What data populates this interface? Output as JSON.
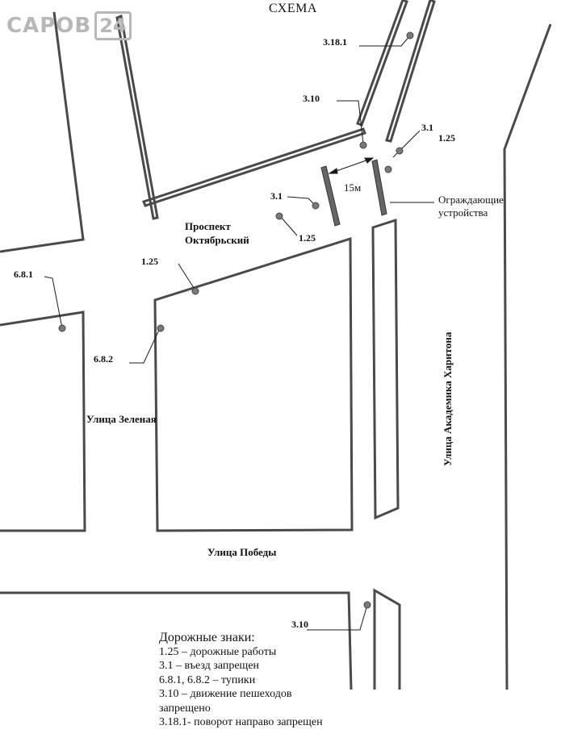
{
  "logo": {
    "word": "САРОВ",
    "number": "24"
  },
  "title": "СХЕМА",
  "streets": {
    "prospekt_line1": "Проспект",
    "prospekt_line2": "Октябрьский",
    "zelenaya": "Улица Зеленая",
    "pobedy": "Улица Победы",
    "kharitona": "Улица Академика Харитона"
  },
  "signs": {
    "s3181": "3.18.1",
    "s310_top": "3.10",
    "s31_right": "3.1",
    "s125_right": "1.25",
    "s31_left": "3.1",
    "s125_left": "1.25",
    "s125_corner": "1.25",
    "s681": "6.8.1",
    "s682": "6.8.2",
    "s310_bottom": "3.10"
  },
  "distance_label": "15м",
  "barrier_label": {
    "line1": "Ограждающие",
    "line2": "устройства"
  },
  "legend": {
    "heading": "Дорожные знаки:",
    "items": [
      "1.25 – дорожные работы",
      "3.1 – въезд запрещен",
      "6.8.1, 6.8.2 – тупики",
      "3.10 – движение пешеходов",
      "запрещено",
      "3.18.1- поворот направо запрещен"
    ]
  },
  "colors": {
    "line": "#1a1a1a",
    "road_edge": "#4a4a4a",
    "sign_dot": "#7a7a7a",
    "barrier": "#666666",
    "logo": "#b7b7b7"
  }
}
